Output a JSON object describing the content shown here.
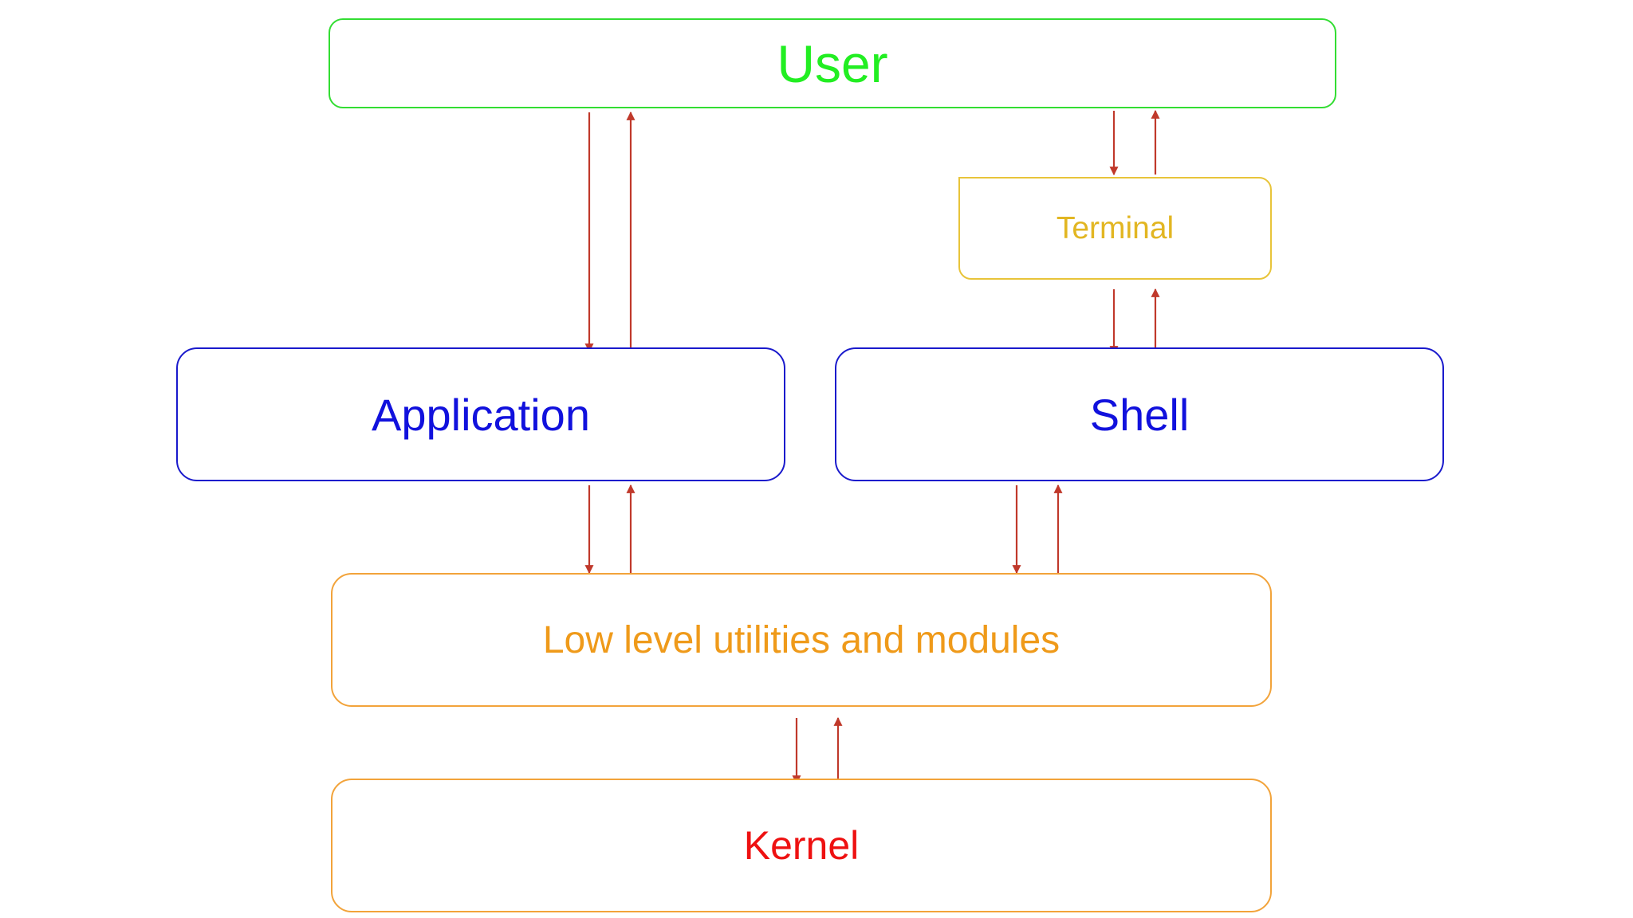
{
  "nodes": {
    "user": {
      "label": "User",
      "color": "#22ee22"
    },
    "terminal": {
      "label": "Terminal",
      "color": "#e2b622"
    },
    "application": {
      "label": "Application",
      "color": "#1111dd"
    },
    "shell": {
      "label": "Shell",
      "color": "#1111dd"
    },
    "utilities": {
      "label": "Low level utilities and modules",
      "color": "#ef9a1a"
    },
    "kernel": {
      "label": "Kernel",
      "color": "#ee1111"
    }
  },
  "arrow_color": "#c0392b",
  "connections": [
    {
      "between": [
        "user",
        "application"
      ],
      "directions": [
        "down",
        "up"
      ]
    },
    {
      "between": [
        "user",
        "terminal"
      ],
      "directions": [
        "down",
        "up"
      ]
    },
    {
      "between": [
        "terminal",
        "shell"
      ],
      "directions": [
        "down",
        "up"
      ]
    },
    {
      "between": [
        "application",
        "utilities"
      ],
      "directions": [
        "down",
        "up"
      ]
    },
    {
      "between": [
        "shell",
        "utilities"
      ],
      "directions": [
        "down",
        "up"
      ]
    },
    {
      "between": [
        "utilities",
        "kernel"
      ],
      "directions": [
        "down",
        "up"
      ]
    }
  ]
}
